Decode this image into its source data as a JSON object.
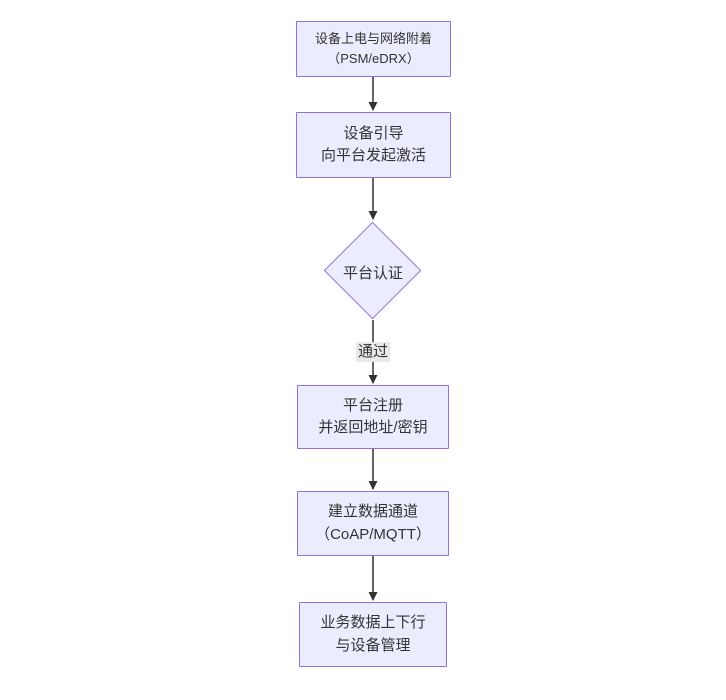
{
  "diagram": {
    "type": "flowchart",
    "direction": "top-down",
    "nodes": {
      "power_attach": {
        "line1": "设备上电与网络附着",
        "line2": "（PSM/eDRX）"
      },
      "bootstrap": {
        "line1": "设备引导",
        "line2": "向平台发起激活"
      },
      "auth_decision": {
        "label": "平台认证"
      },
      "register": {
        "line1": "平台注册",
        "line2": "并返回地址/密钥"
      },
      "data_channel": {
        "line1": "建立数据通道",
        "line2": "（CoAP/MQTT）"
      },
      "business": {
        "line1": "业务数据上下行",
        "line2": "与设备管理"
      }
    },
    "edges": [
      {
        "from": "power_attach",
        "to": "bootstrap",
        "label": ""
      },
      {
        "from": "bootstrap",
        "to": "auth_decision",
        "label": ""
      },
      {
        "from": "auth_decision",
        "to": "register",
        "label": "通过"
      },
      {
        "from": "register",
        "to": "data_channel",
        "label": ""
      },
      {
        "from": "data_channel",
        "to": "business",
        "label": ""
      }
    ],
    "colors": {
      "node_fill": "#ECECFF",
      "node_border": "#9370DB",
      "edge_line": "#333333",
      "text": "#333333",
      "edge_label_bg": "#e8e8e8",
      "background": "#ffffff"
    }
  }
}
